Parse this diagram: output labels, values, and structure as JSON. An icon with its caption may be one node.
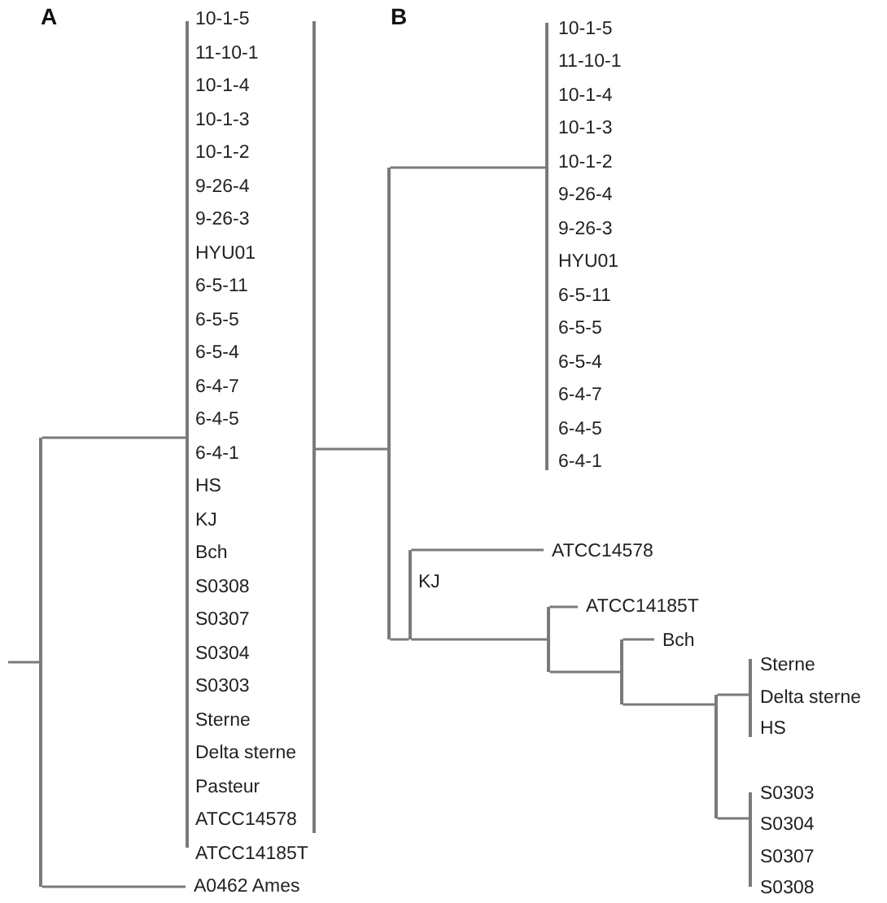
{
  "diagram": {
    "nodes": [
      {
        "text": [],
        "shape": "bar"
      },
      {
        "text": [],
        "shape": "bar",
        "beside": [
          "10-1-5",
          "11-10-1",
          "10-1-4",
          "10-1-3",
          "10-1-2",
          "9-26-4",
          "9-26-3",
          "HYU01",
          "6-5-11",
          "6-5-5",
          "6-5-4",
          "6-4-7",
          "6-4-5",
          "6-4-1",
          "HS",
          "KJ",
          "Bch",
          "S0308",
          "S0307",
          "S0304",
          "S0303",
          "Sterne",
          "Delta sterne",
          "Pasteur",
          "ATCC14578",
          "ATCC14185T"
        ]
      },
      {
        "text": [
          "A0462 Ames"
        ]
      },
      {
        "text": [],
        "shape": "bar"
      },
      {
        "text": [],
        "shape": "bar"
      },
      {
        "text": [],
        "shape": "bar",
        "beside": [
          "10-1-5",
          "11-10-1",
          "10-1-4",
          "10-1-3",
          "10-1-2",
          "9-26-4",
          "9-26-3",
          "HYU01",
          "6-5-11",
          "6-5-5",
          "6-5-4",
          "6-4-7",
          "6-4-5",
          "6-4-1"
        ]
      },
      {
        "text": [],
        "shape": "bar",
        "beside": [
          "KJ"
        ]
      },
      {
        "text": [
          "ATCC14578"
        ]
      },
      {
        "text": [],
        "shape": "bar"
      },
      {
        "text": [
          "ATCC14185T"
        ]
      },
      {
        "text": [],
        "shape": "bar"
      },
      {
        "text": [
          "Bch"
        ]
      },
      {
        "text": [],
        "shape": "bar"
      },
      {
        "text": [],
        "shape": "bar",
        "beside": [
          "Sterne",
          "Delta sterne",
          "HS"
        ]
      },
      {
        "text": [],
        "shape": "bar",
        "beside": [
          "S0303",
          "S0304",
          "S0307",
          "S0308"
        ]
      }
    ],
    "edges": [
      {
        "from": null,
        "to": 0,
        "arrow": "none"
      },
      {
        "from": 0,
        "to": 1,
        "arrow": "none"
      },
      {
        "from": 0,
        "to": 2,
        "arrow": "none"
      },
      {
        "from": 3,
        "to": 4,
        "arrow": "none"
      },
      {
        "from": 4,
        "to": 5,
        "arrow": "none"
      },
      {
        "from": 4,
        "to": 6,
        "arrow": "none"
      },
      {
        "from": 6,
        "to": 7,
        "arrow": "none"
      },
      {
        "from": 6,
        "to": 8,
        "arrow": "none"
      },
      {
        "from": 8,
        "to": 9,
        "arrow": "none"
      },
      {
        "from": 8,
        "to": 10,
        "arrow": "none"
      },
      {
        "from": 10,
        "to": 11,
        "arrow": "none"
      },
      {
        "from": 10,
        "to": 12,
        "arrow": "none"
      },
      {
        "from": 12,
        "to": 13,
        "arrow": "none"
      },
      {
        "from": 12,
        "to": 14,
        "arrow": "none"
      }
    ],
    "labels": [
      "A",
      "B"
    ]
  }
}
